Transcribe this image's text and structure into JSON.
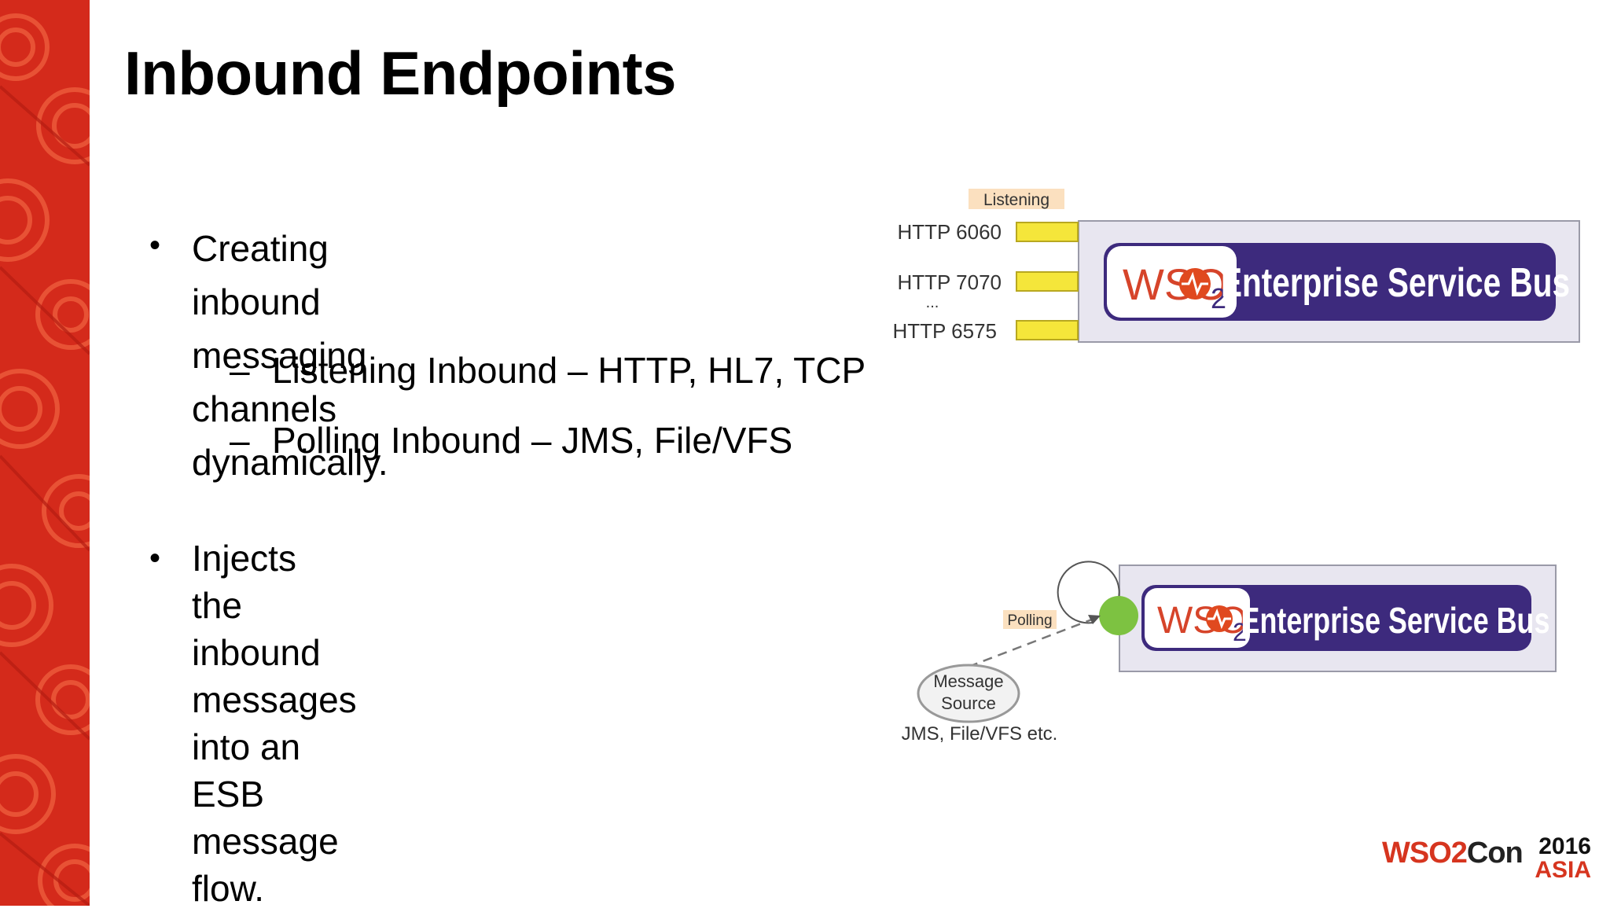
{
  "slide": {
    "title": "Inbound Endpoints",
    "bullets": [
      {
        "lines": [
          "Creating inbound messaging channels",
          "dynamically."
        ],
        "sub": [
          "Listening Inbound – HTTP, HL7, TCP",
          "Polling Inbound – JMS, File/VFS"
        ]
      },
      {
        "lines": [
          "Injects the inbound messages into an",
          "ESB message flow."
        ],
        "sub": []
      }
    ]
  },
  "diagram_listening": {
    "tag": "Listening",
    "ports": [
      "HTTP 6060",
      "HTTP 7070",
      "HTTP 6575"
    ],
    "ellipsis": "...",
    "logo_text": "WSO",
    "logo_sub": "2",
    "bus_label": "Enterprise Service Bus"
  },
  "diagram_polling": {
    "tag": "Polling",
    "source_line1": "Message",
    "source_line2": "Source",
    "source_caption": "JMS, File/VFS etc.",
    "logo_text": "WSO",
    "logo_sub": "2",
    "bus_label": "Enterprise Service Bus"
  },
  "branding": {
    "word1": "WSO2",
    "word2": "Con",
    "year": "2016",
    "region": "ASIA"
  },
  "colors": {
    "accent_red": "#d42a1b",
    "esb_purple": "#3d2a7d",
    "port_yellow": "#f5e63a",
    "tag_peach": "#fbe0bf",
    "polling_green": "#7dc241",
    "panel_lavender": "#e8e6f0"
  }
}
